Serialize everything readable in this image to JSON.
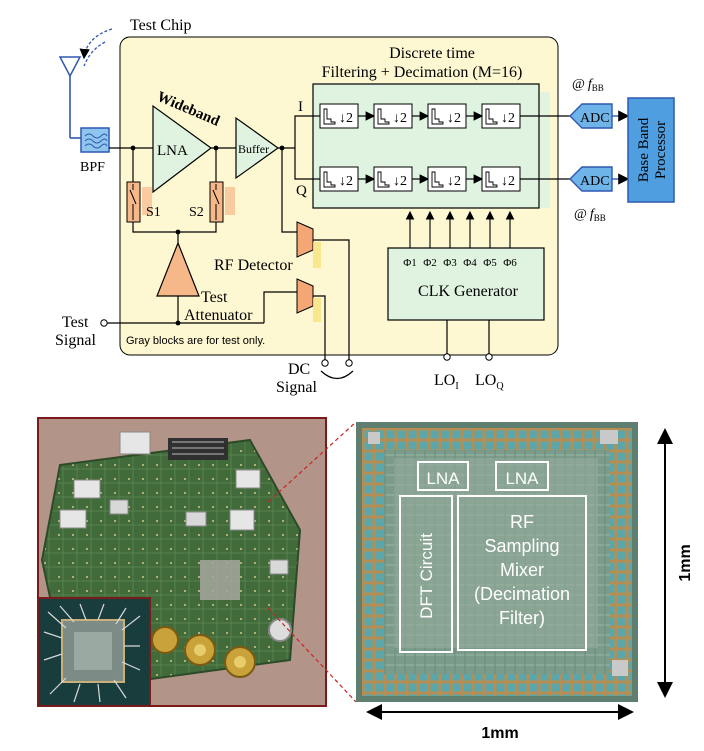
{
  "diagram": {
    "test_chip_label": "Test Chip",
    "bpf_label": "BPF",
    "lna_label": "LNA",
    "wideband_label": "Wideband",
    "buffer_label": "Buffer",
    "i_label": "I",
    "q_label": "Q",
    "filter_title_line1": "Discrete time",
    "filter_title_line2": "Filtering + Decimation (M=16)",
    "decim_glyph": "↓2",
    "s1_label": "S1",
    "s2_label": "S2",
    "rf_detector_label": "RF Detector",
    "test_label": "Test",
    "attenuator_label": "Attenuator",
    "test_signal_line1": "Test",
    "test_signal_line2": "Signal",
    "gray_note": "Gray blocks are for test only.",
    "dc_signal_line1": "DC",
    "dc_signal_line2": "Signal",
    "clk_label": "CLK Generator",
    "phases": [
      "Φ1",
      "Φ2",
      "Φ3",
      "Φ4",
      "Φ5",
      "Φ6"
    ],
    "lo_i": "LO",
    "lo_i_sub": "I",
    "lo_q": "LO",
    "lo_q_sub": "Q",
    "adc_label": "ADC",
    "fbb_prefix": "@",
    "fbb_f": "f",
    "fbb_sub": "BB",
    "bbp_line1": "Base Band",
    "bbp_line2": "Processor"
  },
  "photos": {
    "die_lna_left": "LNA",
    "die_lna_right": "LNA",
    "die_dft": "DFT Circuit",
    "die_rf_lines": [
      "RF",
      "Sampling",
      "Mixer",
      "(Decimation",
      "Filter)"
    ],
    "dim_vertical": "1mm",
    "dim_horizontal": "1mm"
  },
  "colors": {
    "chip_bg": "#fdf8d2",
    "filter_bg": "#dff3e0",
    "adc_fill": "#6fb4e8",
    "bbp_fill": "#4f9fe0",
    "bpf_fill": "#8fc6ef",
    "attenuator_fill": "#f6b889",
    "pcb_green": "#3f6a3a",
    "die_bg": "#7f9e8d",
    "frame_red": "#8a1a1a"
  }
}
